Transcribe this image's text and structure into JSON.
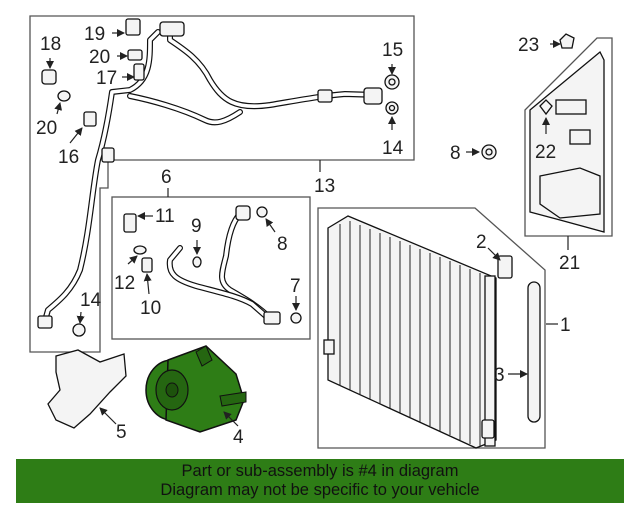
{
  "diagram": {
    "callouts": [
      "1",
      "2",
      "3",
      "4",
      "5",
      "6",
      "7",
      "8",
      "8",
      "9",
      "10",
      "11",
      "12",
      "13",
      "14",
      "14",
      "15",
      "16",
      "17",
      "18",
      "19",
      "20",
      "20",
      "21",
      "22",
      "23"
    ],
    "highlighted_part": "4"
  },
  "banner": {
    "line1": "Part or sub-assembly is #4 in diagram",
    "line2": "Diagram may not be specific to your vehicle",
    "color": "#2e7d16"
  }
}
